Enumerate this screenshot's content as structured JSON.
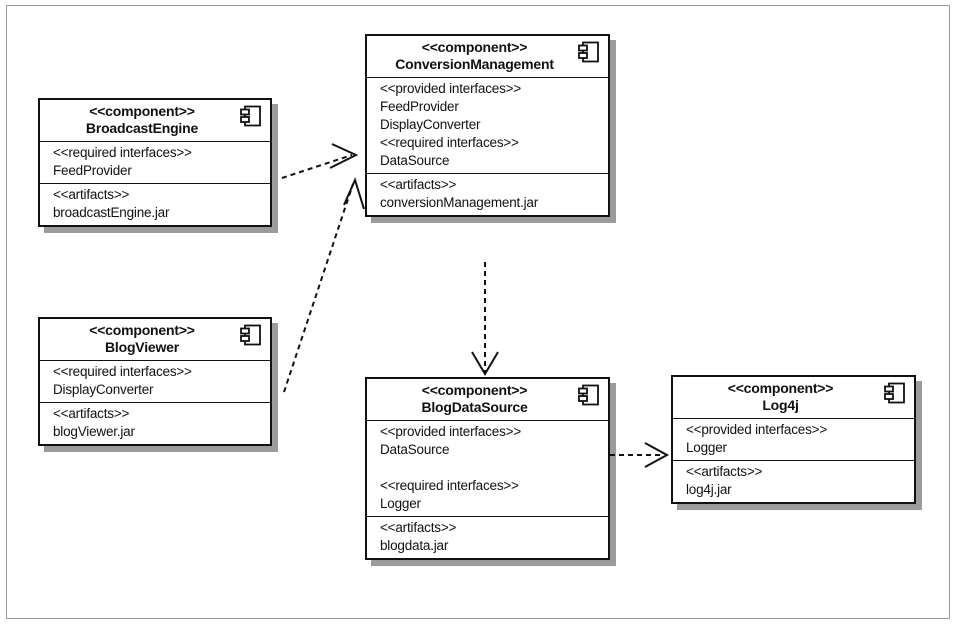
{
  "components": {
    "broadcast_engine": {
      "stereotype": "<<component>>",
      "name": "BroadcastEngine",
      "sections": [
        {
          "lines": [
            "<<required interfaces>>",
            "FeedProvider"
          ]
        },
        {
          "lines": [
            "<<artifacts>>",
            "broadcastEngine.jar"
          ]
        }
      ]
    },
    "blog_viewer": {
      "stereotype": "<<component>>",
      "name": "BlogViewer",
      "sections": [
        {
          "lines": [
            "<<required interfaces>>",
            "DisplayConverter"
          ]
        },
        {
          "lines": [
            "<<artifacts>>",
            "blogViewer.jar"
          ]
        }
      ]
    },
    "conversion_management": {
      "stereotype": "<<component>>",
      "name": "ConversionManagement",
      "sections": [
        {
          "lines": [
            "<<provided interfaces>>",
            "FeedProvider",
            "DisplayConverter",
            "<<required interfaces>>",
            "DataSource"
          ]
        },
        {
          "lines": [
            "<<artifacts>>",
            "conversionManagement.jar"
          ]
        }
      ]
    },
    "blog_data_source": {
      "stereotype": "<<component>>",
      "name": "BlogDataSource",
      "sections": [
        {
          "lines": [
            "<<provided interfaces>>",
            "DataSource",
            "<<required interfaces>>",
            "Logger"
          ],
          "gap_before": [
            2
          ]
        },
        {
          "lines": [
            "<<artifacts>>",
            "blogdata.jar"
          ]
        }
      ]
    },
    "log4j": {
      "stereotype": "<<component>>",
      "name": "Log4j",
      "sections": [
        {
          "lines": [
            "<<provided interfaces>>",
            "Logger"
          ]
        },
        {
          "lines": [
            "<<artifacts>>",
            "log4j.jar"
          ]
        }
      ]
    }
  },
  "dependencies": [
    {
      "from": "broadcast_engine",
      "to": "conversion_management",
      "style": "dashed-open-arrow"
    },
    {
      "from": "blog_viewer",
      "to": "conversion_management",
      "style": "dashed-open-arrow"
    },
    {
      "from": "conversion_management",
      "to": "blog_data_source",
      "style": "dashed-open-arrow"
    },
    {
      "from": "blog_data_source",
      "to": "log4j",
      "style": "dashed-open-arrow"
    }
  ],
  "icons": {
    "component": "component-icon"
  },
  "colors": {
    "line": "#111111",
    "shadow": "#9b9b9b",
    "frame": "#9a9a9a"
  }
}
